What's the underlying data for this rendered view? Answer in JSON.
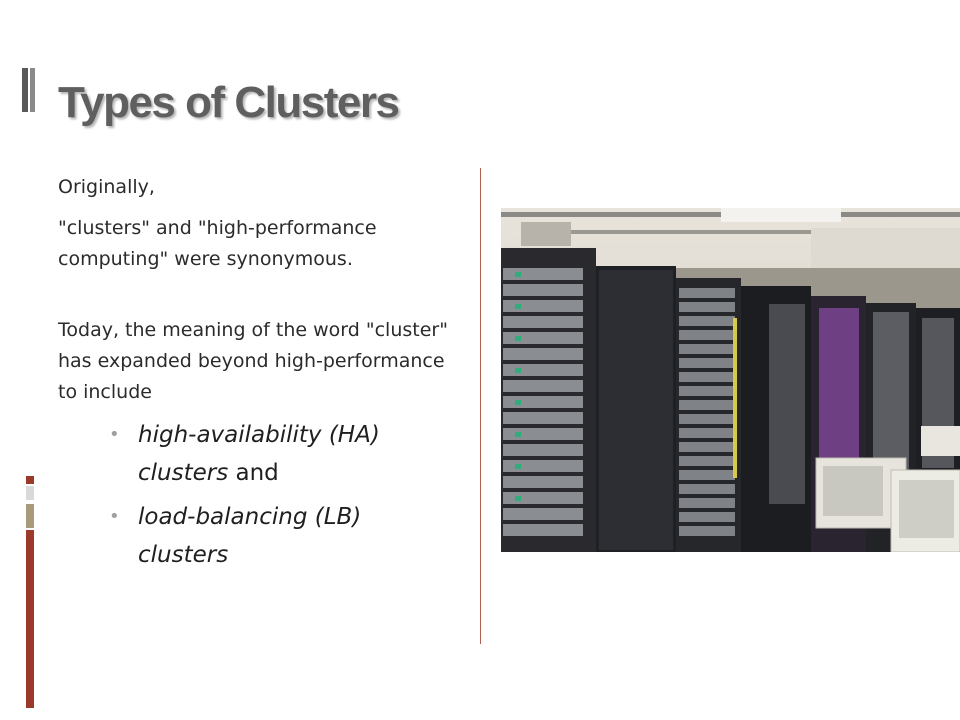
{
  "slide": {
    "title": "Types of Clusters",
    "paragraphs": [
      "Originally,",
      "\"clusters\" and \"high-performance computing\" were synonymous.",
      "Today, the meaning of the word \"cluster\" has expanded beyond high-performance to include"
    ],
    "bullets": [
      {
        "emphasis": "high-availability (HA) clusters",
        "suffix": " and"
      },
      {
        "emphasis": "load-balancing (LB) clusters",
        "suffix": ""
      }
    ],
    "bullet_glyph": "•"
  },
  "image": {
    "description": "rows of server racks in a data center"
  },
  "colors": {
    "accent": "#9b3a2a",
    "title": "#5f5f5f"
  }
}
